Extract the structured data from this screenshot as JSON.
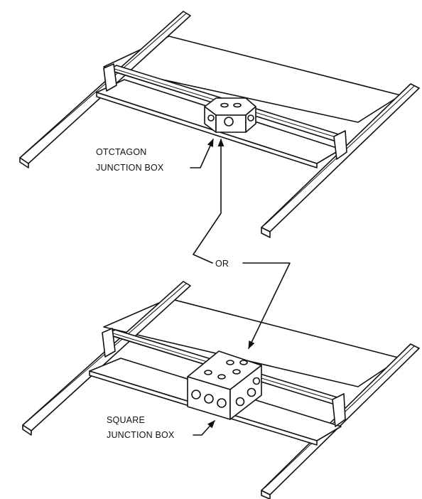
{
  "labels": {
    "octagon_line1": "OTCTAGON",
    "octagon_line2": "JUNCTION BOX",
    "or": "OR",
    "square_line1": "SQUARE",
    "square_line2": "JUNCTION BOX"
  },
  "colors": {
    "line": "#111111",
    "background": "#ffffff"
  }
}
